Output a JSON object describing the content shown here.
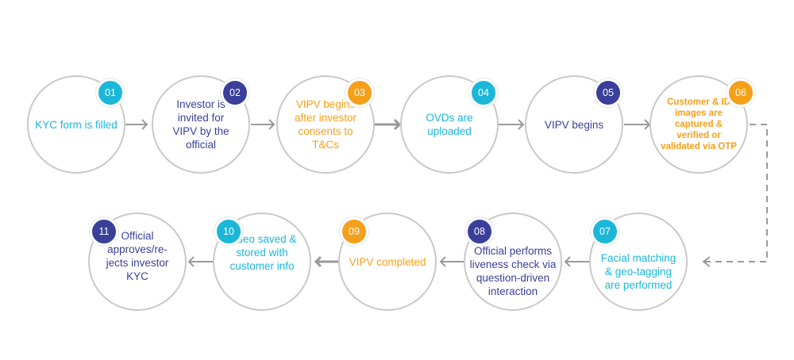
{
  "colors": {
    "cyan": "#1bb7d8",
    "indigo": "#3a3f9a",
    "orange": "#f5a01a",
    "ring": "#c9c9c9",
    "arrow": "#9a9a9a"
  },
  "steps": [
    {
      "number": "01",
      "text": "KYC form is filled",
      "color": "#1bb7d8",
      "badge_color": "#1bb7d8"
    },
    {
      "number": "02",
      "text": "Investor is invited for VIPV by the official",
      "color": "#3a3f9a",
      "badge_color": "#3a3f9a"
    },
    {
      "number": "03",
      "text": "VIPV begins after investor consents to T&Cs",
      "color": "#f5a01a",
      "badge_color": "#f5a01a"
    },
    {
      "number": "04",
      "text": "OVDs are uploaded",
      "color": "#1bb7d8",
      "badge_color": "#1bb7d8"
    },
    {
      "number": "05",
      "text": "VIPV begins",
      "color": "#3a3f9a",
      "badge_color": "#3a3f9a"
    },
    {
      "number": "06",
      "text": "Customer & ID images are captured & verified or validated via OTP",
      "color": "#f5a01a",
      "badge_color": "#f5a01a"
    },
    {
      "number": "07",
      "text": "Facial matching & geo-tagging are performed",
      "color": "#1bb7d8",
      "badge_color": "#1bb7d8"
    },
    {
      "number": "08",
      "text": "Official performs liveness check via question-driven interaction",
      "color": "#3a3f9a",
      "badge_color": "#3a3f9a"
    },
    {
      "number": "09",
      "text": "VIPV completed",
      "color": "#f5a01a",
      "badge_color": "#f5a01a"
    },
    {
      "number": "10",
      "text": "Video saved & stored with customer info",
      "color": "#1bb7d8",
      "badge_color": "#1bb7d8"
    },
    {
      "number": "11",
      "text": "Official approves/re-jects investor KYC",
      "color": "#3a3f9a",
      "badge_color": "#3a3f9a"
    }
  ]
}
